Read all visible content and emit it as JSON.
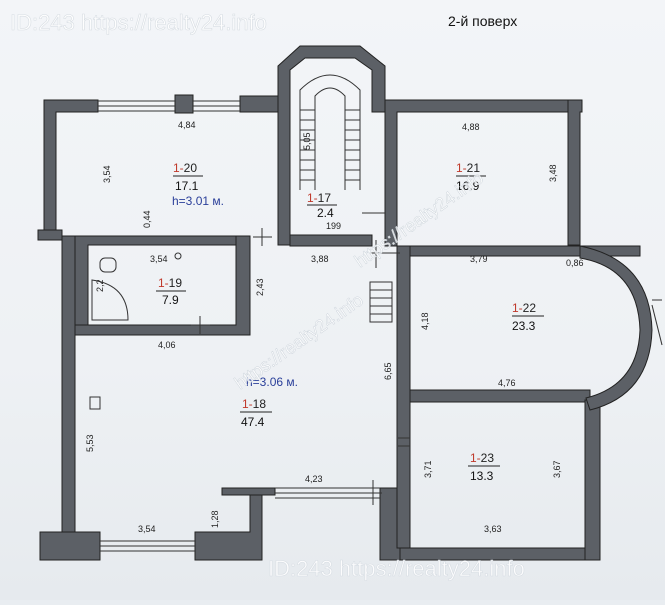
{
  "header": {
    "floor_label": "2-й поверх",
    "watermark_top": "ID:243 https://realty24.info",
    "watermark_bottom": "ID:243 https://realty24.info",
    "watermark_diag_1": "https://realty24.info",
    "watermark_diag_2": "https://realty24.info"
  },
  "rooms": {
    "r20": {
      "prefix": "1-",
      "num": "20",
      "area": "17.1",
      "height": "h=3.01 м."
    },
    "r21": {
      "prefix": "1-",
      "num": "21",
      "area": "16.9"
    },
    "r17": {
      "prefix": "1-",
      "num": "17",
      "area": "2.4"
    },
    "r19": {
      "prefix": "1-",
      "num": "19",
      "area": "7.9"
    },
    "r18": {
      "prefix": "1-",
      "num": "18",
      "area": "47.4",
      "height": "h=3.06 м."
    },
    "r22": {
      "prefix": "1-",
      "num": "22",
      "area": "23.3"
    },
    "r23": {
      "prefix": "1-",
      "num": "23",
      "area": "13.3"
    }
  },
  "dimensions": {
    "d484": "4,84",
    "d354a": "3,54",
    "d044": "0,44",
    "d488": "4,88",
    "d348": "3,48",
    "d505": "5,05",
    "d199": "199",
    "d388": "3,88",
    "d379": "3,79",
    "d086": "0,86",
    "d354b": "3,54",
    "d22": "2,2",
    "d243": "2,43",
    "d406": "4,06",
    "d418": "4,18",
    "d665": "6,65",
    "d476": "4,76",
    "d553": "5,53",
    "d371": "3,71",
    "d367": "3,67",
    "d423": "4,23",
    "d128": "1,28",
    "d354c": "3,54",
    "d363": "3,63"
  },
  "colors": {
    "wall": "#4a4d52",
    "line": "#222222",
    "room_code": "#c0392b",
    "height_text": "#2a3f9a"
  }
}
